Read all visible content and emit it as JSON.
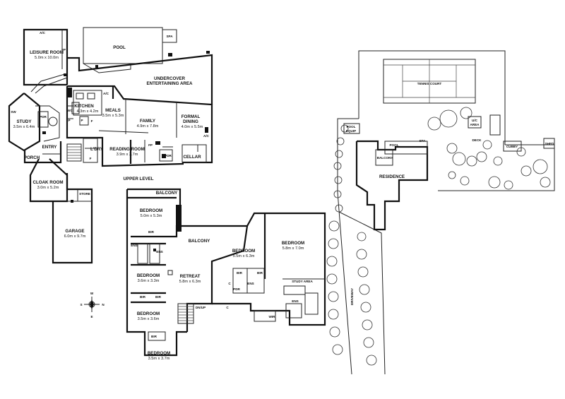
{
  "ground_floor": {
    "leisure": {
      "name": "LEISURE ROOM",
      "size": "5.0m x 10.0m",
      "ac": "A/C",
      "fp": "FP"
    },
    "pool": {
      "name": "POOL",
      "spa": "SPA"
    },
    "undercover": {
      "line1": "UNDERCOVER",
      "line2": "ENTERTAINING AREA"
    },
    "kitchen": {
      "name": "KITCHEN",
      "size": "4.3m x 4.2m",
      "ac": "A/C",
      "wc": "WC",
      "p1": "P",
      "p2": "P",
      "f": "F"
    },
    "meals": {
      "name": "MEALS",
      "size": "3.5m x 5.3m"
    },
    "family": {
      "name": "FAMILY",
      "size": "4.9m x 7.8m"
    },
    "formal": {
      "line1": "FORMAL",
      "line2": "DINING",
      "size": "4.0m x 5.5m",
      "ac": "A/C"
    },
    "study": {
      "name": "STUDY",
      "size": "3.5m x 6.4m",
      "sw": "SW",
      "pdr": "PDR"
    },
    "entry": {
      "name": "ENTRY"
    },
    "porch": {
      "name": "PORCH"
    },
    "ldry": {
      "name": "L'DRY",
      "f": "F"
    },
    "reading": {
      "name": "READING ROOM",
      "size": "3.9m x 2.7m",
      "fp": "FP",
      "pdr": "PDR"
    },
    "cellar": {
      "name": "CELLAR"
    },
    "cloak": {
      "name": "CLOAK ROOM",
      "size": "3.0m x 5.2m"
    },
    "store": {
      "name": "STORE"
    },
    "garage": {
      "name": "GARAGE",
      "size": "6.0m x 9.7m"
    }
  },
  "upper_floor": {
    "title": "UPPER LEVEL",
    "balcony_top": "BALCONY",
    "bed1": {
      "name": "BEDROOM",
      "size": "5.0m x 5.3m",
      "bir": "BIR",
      "ens1": "ENS",
      "ens2": "ENS"
    },
    "balcony_mid": "BALCONY",
    "bed_center": {
      "name": "BEDROOM",
      "size": "5.5m x 6.3m",
      "bir1": "BIR",
      "bir2": "BIR",
      "ens": "ENS",
      "pdr": "PDR",
      "c": "C"
    },
    "bed_main": {
      "name": "BEDROOM",
      "size": "5.8m x 7.0m",
      "study": "STUDY AREA",
      "ens": "ENS",
      "wir": "WIR"
    },
    "bed2": {
      "name": "BEDROOM",
      "size": "3.6m x 3.3m",
      "bir1": "BIR",
      "bir2": "BIR"
    },
    "retreat": {
      "name": "RETREAT",
      "size": "5.8m x 6.3m",
      "dn": "DN/UP",
      "c": "C"
    },
    "bed3": {
      "name": "BEDROOM",
      "size": "3.5m x 3.6m",
      "bir": "BIR"
    },
    "bed4": {
      "name": "BEDROOM",
      "size": "3.5m x 3.7m"
    }
  },
  "compass": {
    "n": "N",
    "s": "S",
    "e": "E",
    "w": "W"
  },
  "site": {
    "tennis": "TENNIS COURT",
    "pool_equip": {
      "line1": "POOL",
      "line2": "EQUIP"
    },
    "pool": "POOL",
    "balcony": "BALCONY",
    "residence": "RESIDENCE",
    "uc": {
      "line1": "U/C",
      "line2": "AREA"
    },
    "deck": "DECK",
    "cubby": "CUBBY",
    "shed": "SHED",
    "spa": "SPA",
    "driveway": "DRIVEWAY"
  }
}
